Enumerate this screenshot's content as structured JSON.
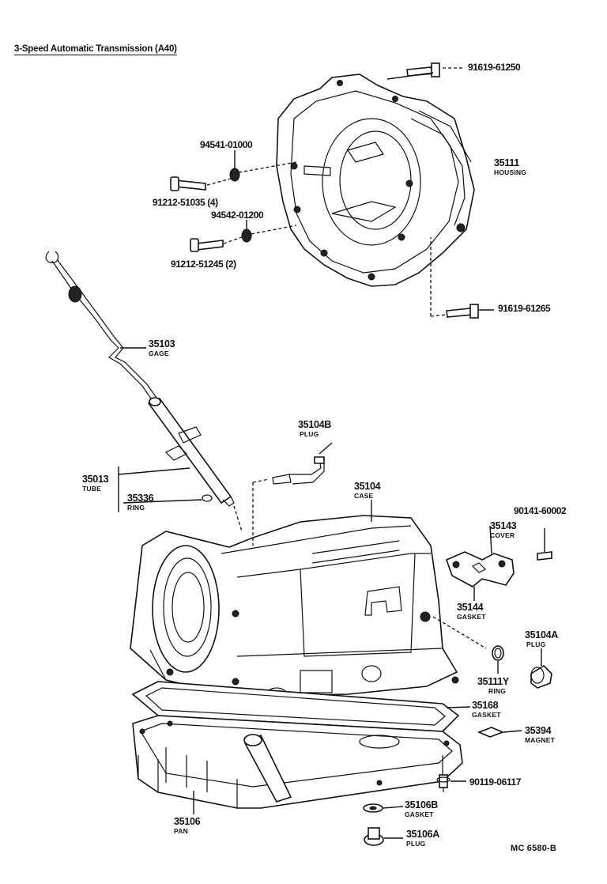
{
  "title": "3-Speed Automatic Transmission (A40)",
  "footer": "MC 6580-B",
  "parts": {
    "p91619_61250": "91619-61250",
    "p94541_01000": "94541-01000",
    "p35111": {
      "number": "35111",
      "name": "HOUSING"
    },
    "p91212_51035": "91212-51035 (4)",
    "p94542_01200": "94542-01200",
    "p91212_51245": "91212-51245 (2)",
    "p91619_61265": "91619-61265",
    "p35103": {
      "number": "35103",
      "name": "GAGE"
    },
    "p35104B": {
      "number": "35104B",
      "name": "PLUG"
    },
    "p35013": {
      "number": "35013",
      "name": "TUBE"
    },
    "p35336": {
      "number": "35336",
      "name": "RING"
    },
    "p35104": {
      "number": "35104",
      "name": "CASE"
    },
    "p90141_60002": "90141-60002",
    "p35143": {
      "number": "35143",
      "name": "COVER"
    },
    "p35144": {
      "number": "35144",
      "name": "GASKET"
    },
    "p35104A": {
      "number": "35104A",
      "name": "PLUG"
    },
    "p35111Y": {
      "number": "35111Y",
      "name": "RING"
    },
    "p35168": {
      "number": "35168",
      "name": "GASKET"
    },
    "p35394": {
      "number": "35394",
      "name": "MAGNET"
    },
    "p90119_06117": "90119-06117",
    "p35106": {
      "number": "35106",
      "name": "PAN"
    },
    "p35106B": {
      "number": "35106B",
      "name": "GASKET"
    },
    "p35106A": {
      "number": "35106A",
      "name": "PLUG"
    }
  }
}
